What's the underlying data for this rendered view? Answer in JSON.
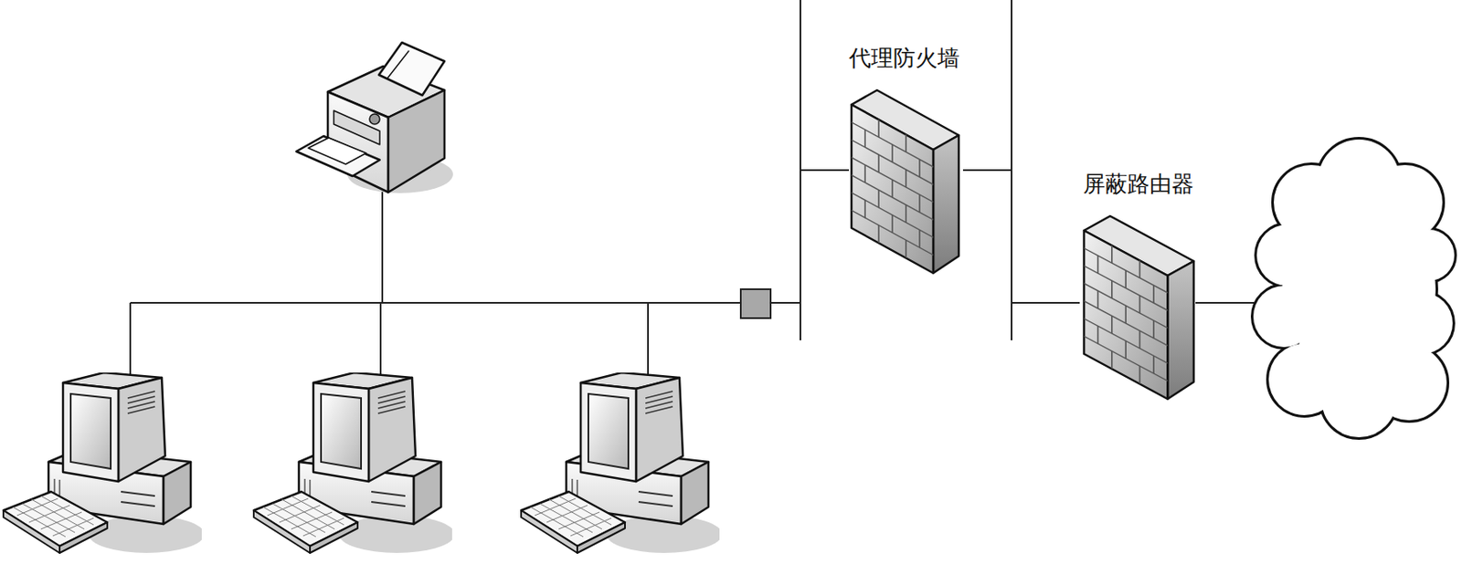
{
  "diagram": {
    "nodes": [
      {
        "text": [
          "代理防火墙"
        ]
      },
      {
        "text": [
          "屏蔽路由器"
        ]
      }
    ],
    "edges": [
      {
        "from": 0,
        "to": 1,
        "arrow": "none"
      }
    ]
  }
}
